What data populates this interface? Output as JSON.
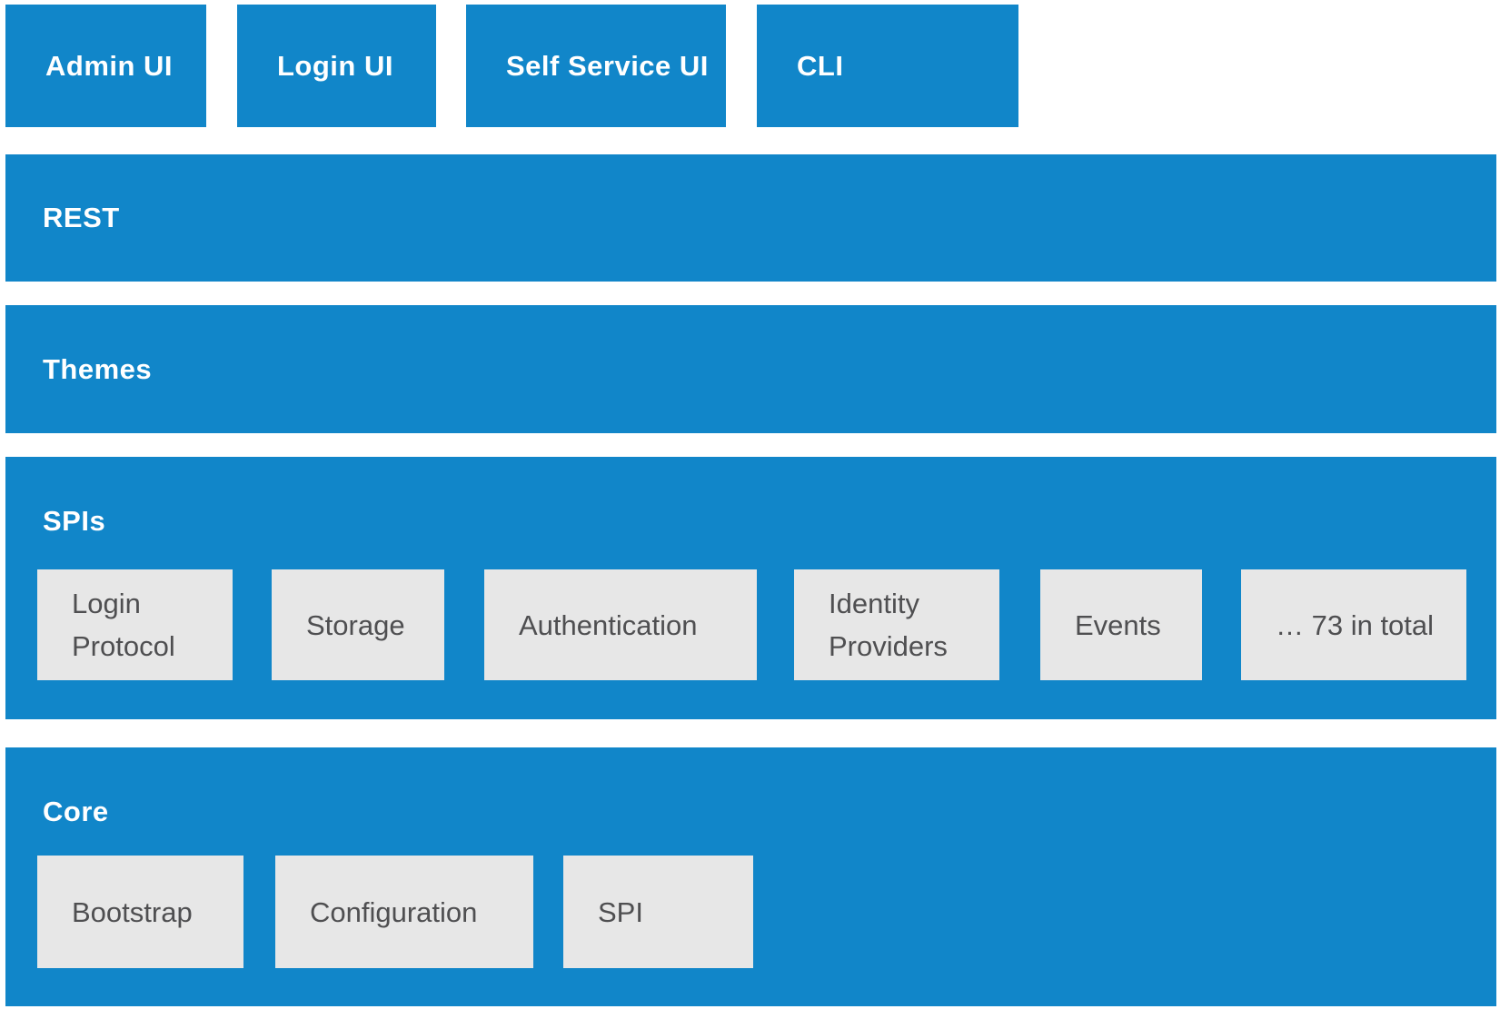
{
  "diagram": {
    "colors": {
      "blue": "#1186c9",
      "box_gray": "#e7e7e7",
      "label_white": "#ffffff",
      "box_text": "#4f4f51"
    },
    "top_boxes": [
      "Admin UI",
      "Login UI",
      "Self Service UI",
      "CLI"
    ],
    "rest": {
      "label": "REST"
    },
    "themes": {
      "label": "Themes"
    },
    "spis": {
      "label": "SPIs",
      "boxes": [
        "Login\nProtocol",
        "Storage",
        "Authentication",
        "Identity\nProviders",
        "Events",
        "… 73 in total"
      ]
    },
    "core": {
      "label": "Core",
      "boxes": [
        "Bootstrap",
        "Configuration",
        "SPI"
      ]
    }
  }
}
